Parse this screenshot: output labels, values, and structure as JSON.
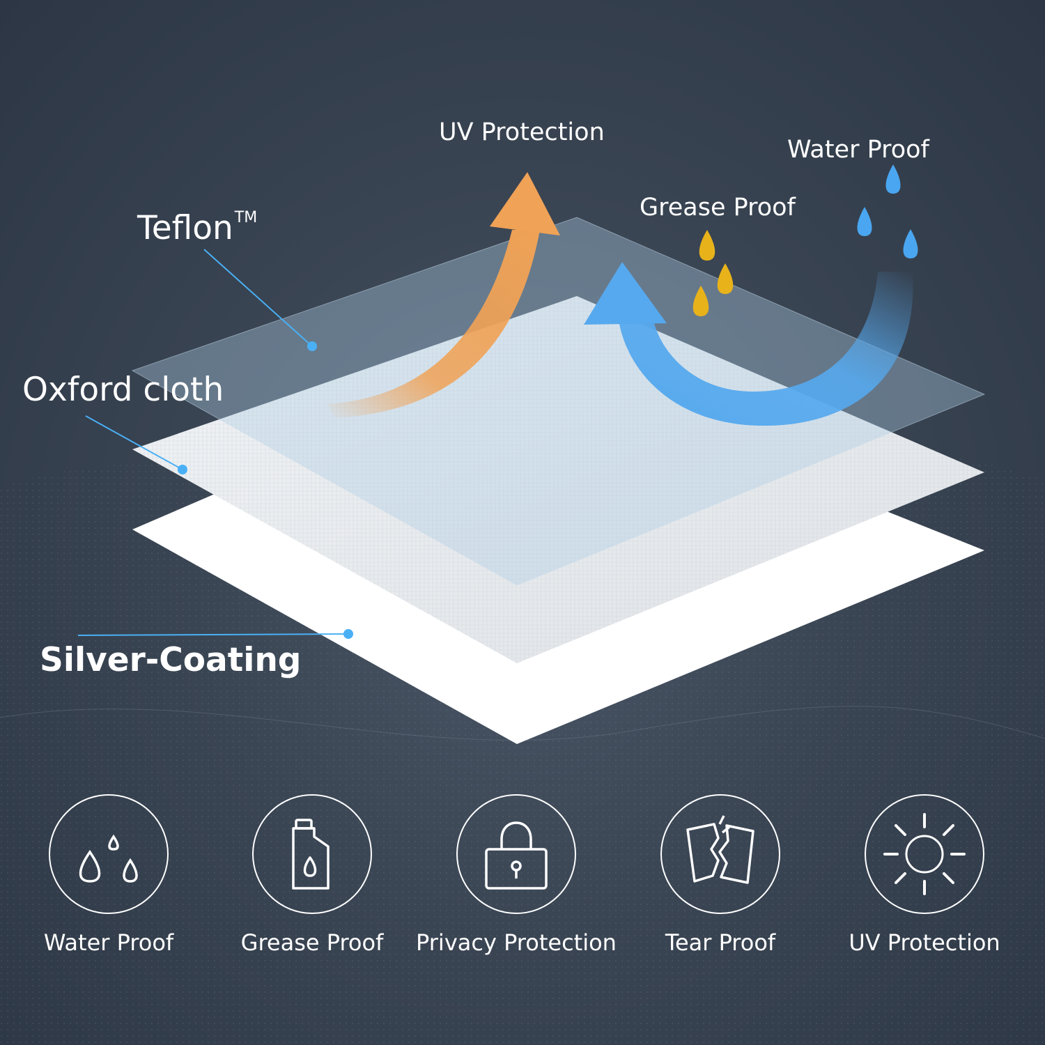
{
  "diagram": {
    "labels": {
      "uv_protection": "UV Protection",
      "water_proof": "Water Proof",
      "grease_proof": "Grease Proof",
      "teflon": "Teflon",
      "teflon_mark": "TM",
      "oxford_cloth": "Oxford cloth",
      "silver_coating": "Silver-Coating"
    },
    "layers": [
      "teflon",
      "oxford_cloth",
      "silver_coating"
    ],
    "colors": {
      "uv_arrow": "#f0a256",
      "water_arrow": "#56a9ee",
      "oil_drop": "#e8b21a",
      "water_drop": "#4aa6f0",
      "leader_line": "#4ab0f5"
    }
  },
  "features": [
    {
      "label": "Water Proof",
      "icon": "water-drops-icon"
    },
    {
      "label": "Grease Proof",
      "icon": "oil-bottle-icon"
    },
    {
      "label": "Privacy Protection",
      "icon": "padlock-icon"
    },
    {
      "label": "Tear Proof",
      "icon": "torn-sheet-icon"
    },
    {
      "label": "UV Protection",
      "icon": "sun-icon"
    }
  ]
}
